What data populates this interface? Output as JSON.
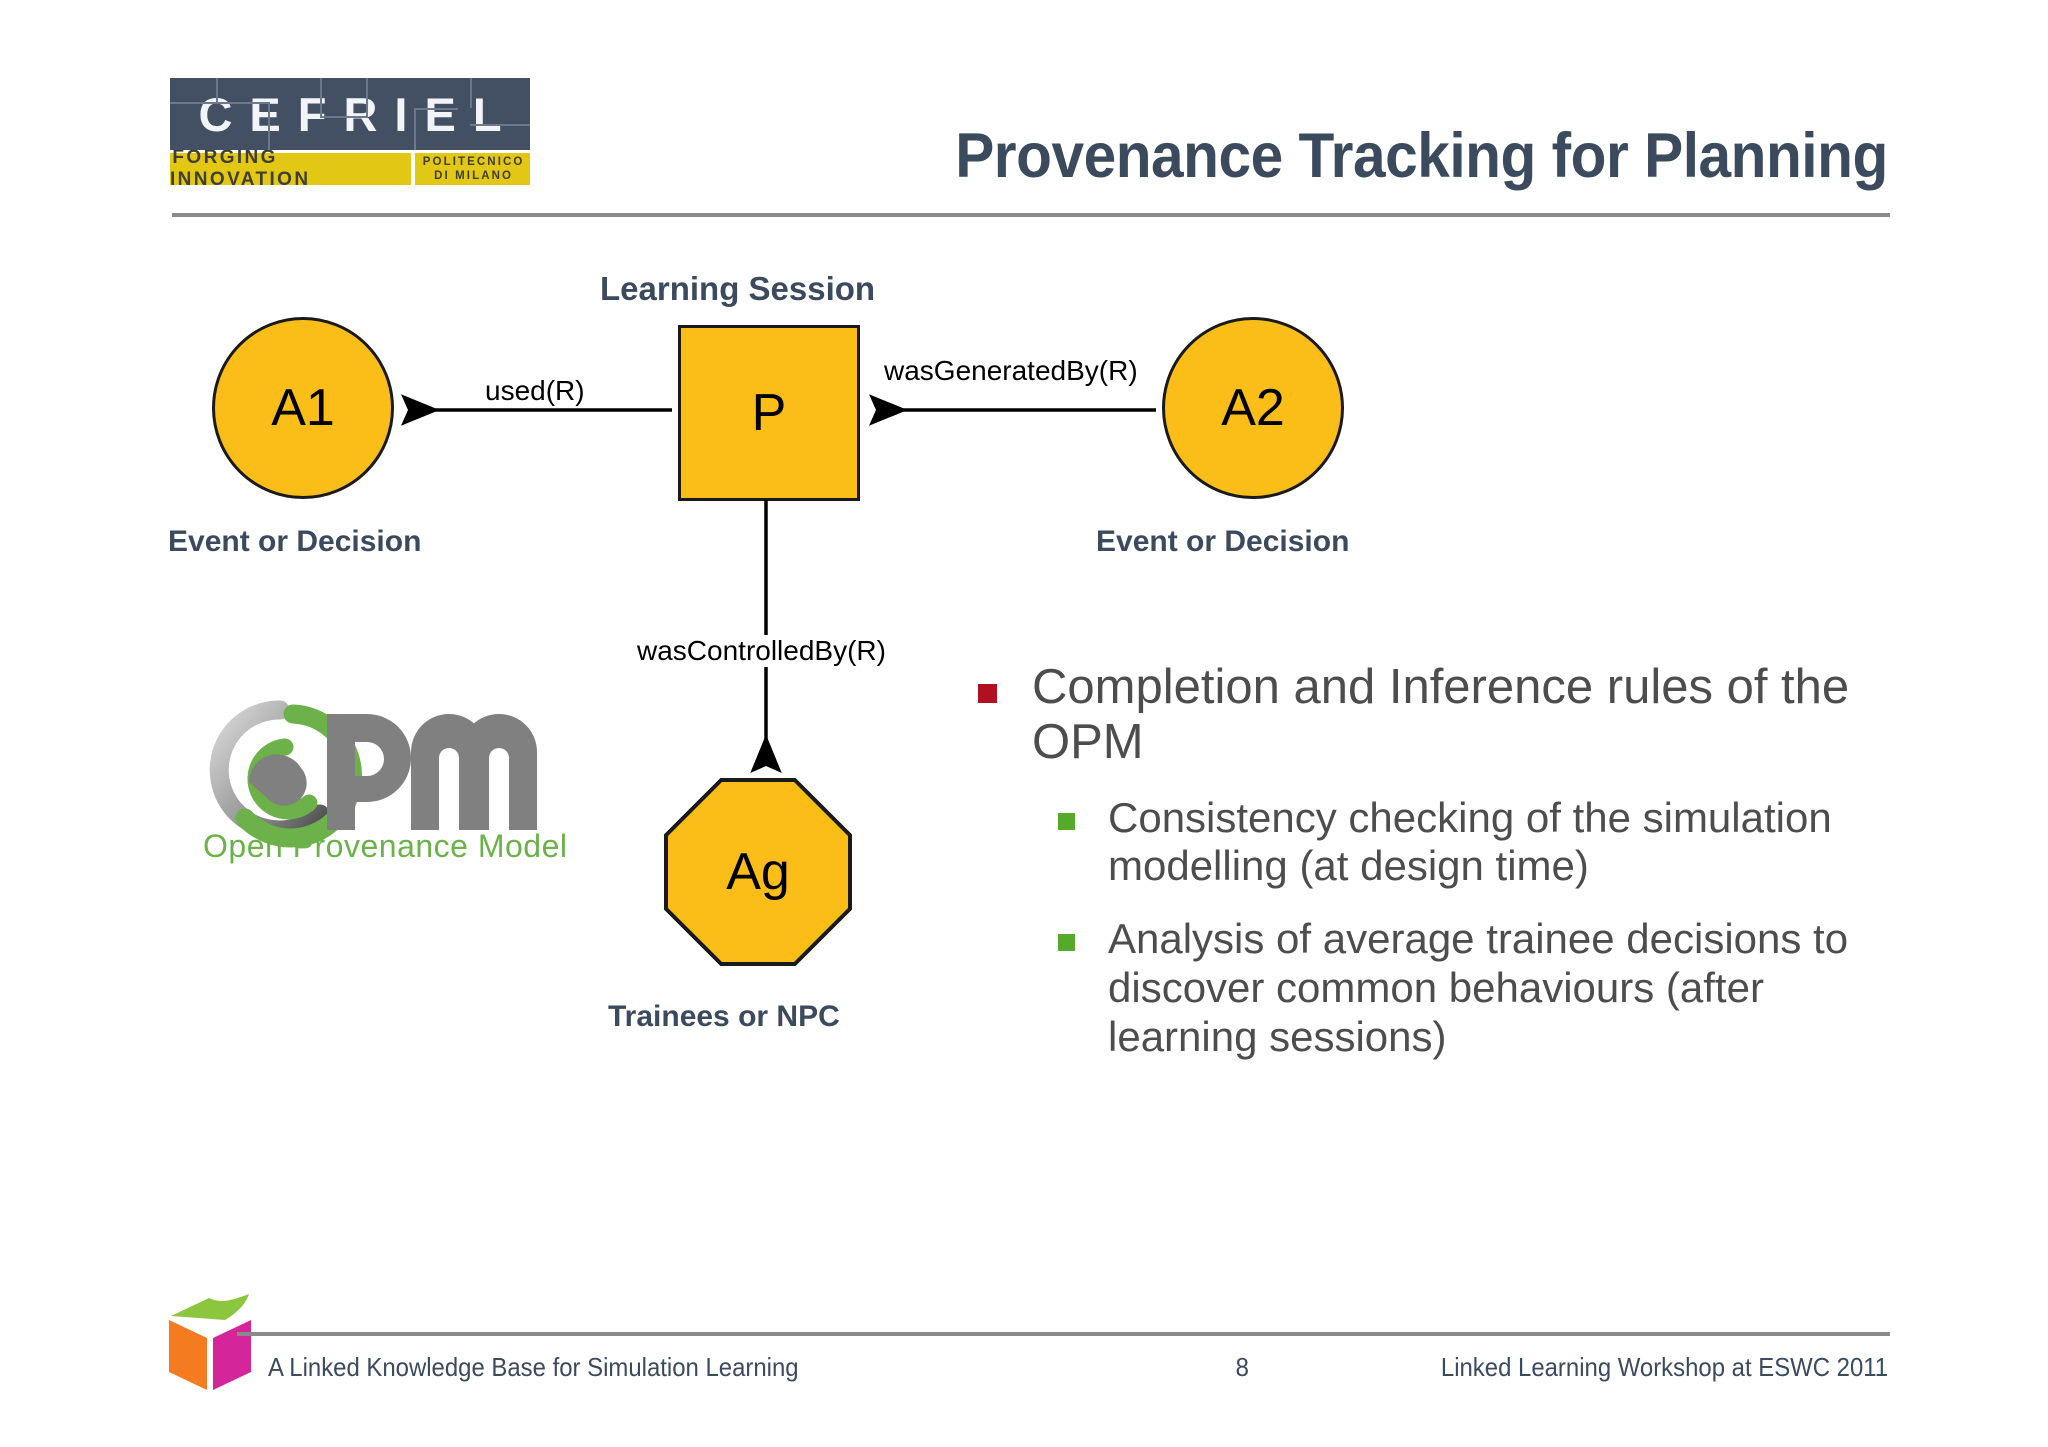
{
  "header": {
    "logo": {
      "wordmark": "CEFRIEL",
      "tagline": "FORGING INNOVATION",
      "affiliation_line1": "POLITECNICO",
      "affiliation_line2": "DI MILANO"
    },
    "title": "Provenance Tracking for Planning"
  },
  "diagram": {
    "process_caption": "Learning Session",
    "nodes": {
      "a1": {
        "label": "A1",
        "caption": "Event or Decision"
      },
      "p": {
        "label": "P"
      },
      "a2": {
        "label": "A2",
        "caption": "Event or Decision"
      },
      "ag": {
        "label": "Ag",
        "caption": "Trainees or NPC"
      }
    },
    "edges": {
      "used": "used(R)",
      "was_generated_by": "wasGeneratedBy(R)",
      "was_controlled_by": "wasControlledBy(R)"
    },
    "colors": {
      "node_fill": "#FBBE18",
      "node_stroke": "#1a1a1a",
      "caption": "#3C4A5E"
    }
  },
  "opm_logo": {
    "acronym": "OPM",
    "tagline": "Open Provenance Model",
    "colors": {
      "green": "#6cb14a",
      "gray": "#808080"
    }
  },
  "bullets": [
    {
      "text": "Completion and Inference rules of the OPM",
      "marker_color": "#B01020",
      "children": [
        {
          "text": "Consistency checking of the simulation modelling (at design time)",
          "marker_color": "#56AA2B"
        },
        {
          "text": "Analysis of average trainee decisions to discover common behaviours (after learning sessions)",
          "marker_color": "#56AA2B"
        }
      ]
    }
  ],
  "footer": {
    "left": "A Linked Knowledge Base for Simulation Learning",
    "page_number": "8",
    "right": "Linked Learning Workshop at ESWC 2011",
    "logo_colors": {
      "top": "#8CC63F",
      "left": "#F47B20",
      "right": "#D4269A"
    }
  }
}
